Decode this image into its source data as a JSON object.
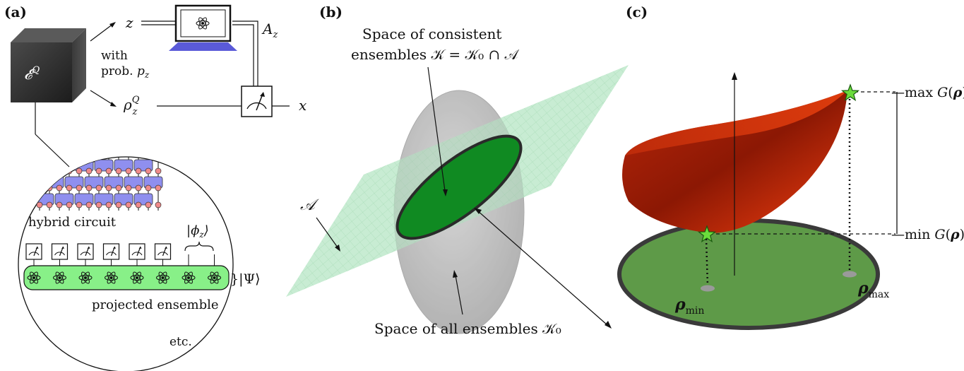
{
  "panel_a": {
    "label": "(a)",
    "cube_label": "𝓔",
    "cube_label_sup": "Q",
    "z_label": "z",
    "with_label": "with",
    "prob_label": "prob. ",
    "prob_var": "p",
    "prob_sub": "z",
    "rho_label": "ρ",
    "rho_sup": "Q",
    "rho_sub": "z",
    "Az_label": "A",
    "Az_sub": "z",
    "x_label": "x",
    "hybrid_label": "hybrid circuit",
    "phi_label": "|ϕ",
    "phi_sub": "z",
    "phi_close": "⟩",
    "psi_label": "}|Ψ⟩",
    "projected_label": "projected ensemble",
    "etc_label": "etc.",
    "colors": {
      "gate": "#8f8fef",
      "node": "#f08a8a",
      "state_bar": "#88f088",
      "cube": "#333333"
    }
  },
  "panel_b": {
    "label": "(b)",
    "title_line1": "Space of consistent",
    "title_line2": "ensembles 𝒦 = 𝒦₀ ∩ 𝒜",
    "A_label": "𝒜",
    "bottom_label": "Space of all ensembles 𝒦₀",
    "colors": {
      "plane": "#b6e6c4",
      "ellipsoid": "#b4b4b4",
      "intersection": "#108a22"
    }
  },
  "panel_c": {
    "label": "(c)",
    "max_label": "max G(ρ)",
    "min_label": "min G(ρ)",
    "rho_min_label": "ρ",
    "rho_min_sub": "min",
    "rho_max_label": "ρ",
    "rho_max_sub": "max",
    "colors": {
      "surface": "#c8300c",
      "disk": "#5e9a48",
      "star": "#6bdc3c"
    }
  }
}
